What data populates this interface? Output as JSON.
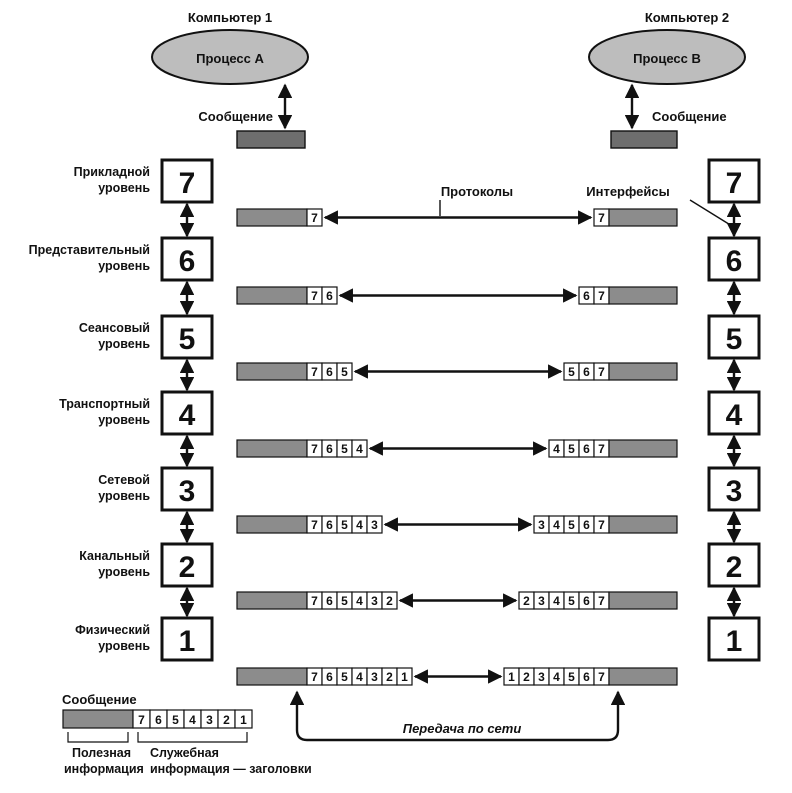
{
  "computers": [
    {
      "title": "Компьютер 1",
      "process": "Процесс А",
      "message": "Сообщение"
    },
    {
      "title": "Компьютер 2",
      "process": "Процесс В",
      "message": "Сообщение"
    }
  ],
  "labels": {
    "protocols": "Протоколы",
    "interfaces": "Интерфейсы",
    "network": "Передача по сети"
  },
  "levels": [
    {
      "number": "7",
      "name": [
        "Прикладной",
        "уровень"
      ]
    },
    {
      "number": "6",
      "name": [
        "Представительный",
        "уровень"
      ]
    },
    {
      "number": "5",
      "name": [
        "Сеансовый",
        "уровень"
      ]
    },
    {
      "number": "4",
      "name": [
        "Транспортный",
        "уровень"
      ]
    },
    {
      "number": "3",
      "name": [
        "Сетевой",
        "уровень"
      ]
    },
    {
      "number": "2",
      "name": [
        "Канальный",
        "уровень"
      ]
    },
    {
      "number": "1",
      "name": [
        "Физический",
        "уровень"
      ]
    }
  ],
  "legend": {
    "title": "Сообщение",
    "headers": [
      "7",
      "6",
      "5",
      "4",
      "3",
      "2",
      "1"
    ],
    "payload_label": [
      "Полезная",
      "информация"
    ],
    "service_label": [
      "Служебная",
      "информация — заголовки"
    ]
  },
  "colors": {
    "ink": "#111111",
    "payload_fill": "#8c8c8c",
    "payload_dark": "#6e6e6e",
    "ellipse_fill": "#bdbdbd",
    "background": "#ffffff"
  }
}
